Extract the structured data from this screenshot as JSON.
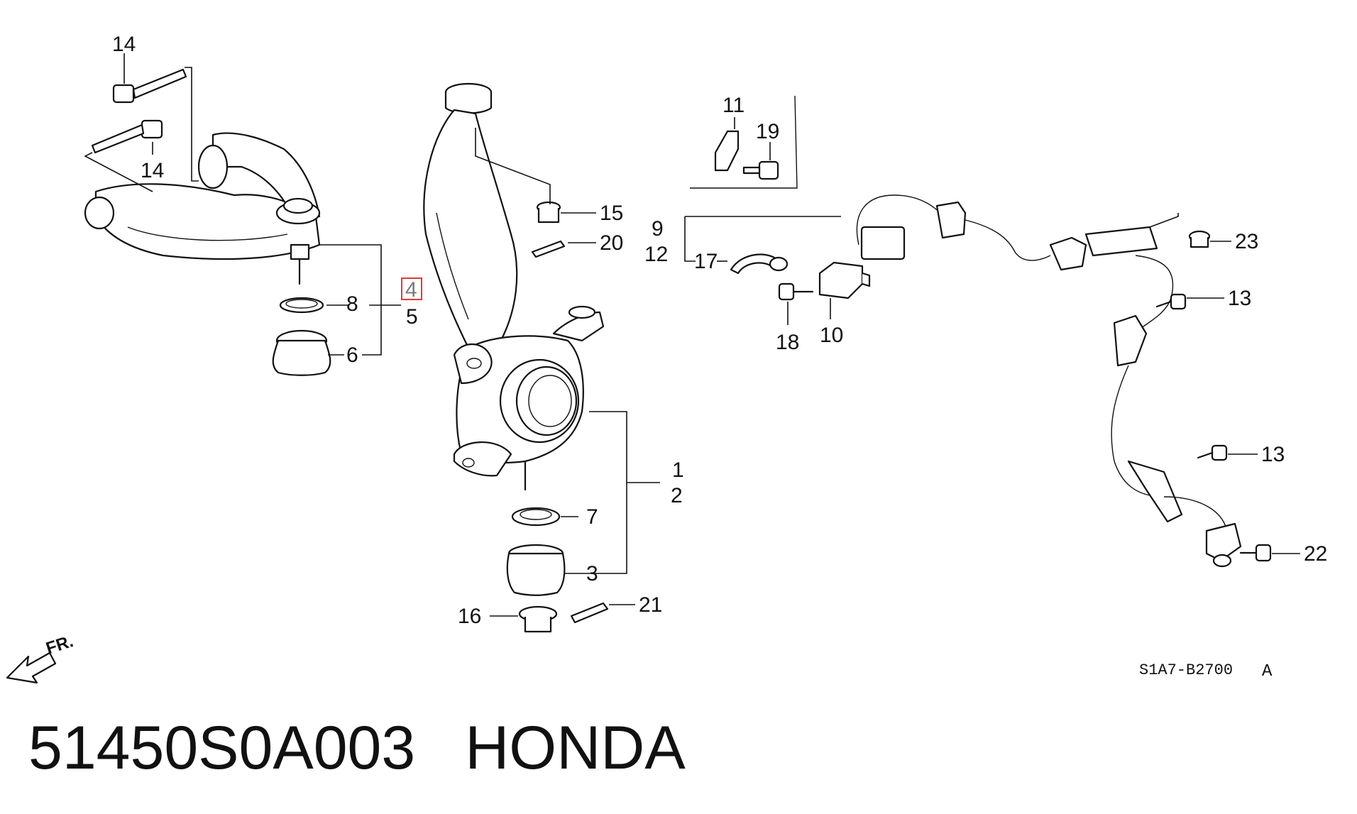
{
  "diagram": {
    "callouts": {
      "c1": "1",
      "c2": "2",
      "c3": "3",
      "c4": "4",
      "c5": "5",
      "c6": "6",
      "c7": "7",
      "c8": "8",
      "c9": "9",
      "c10": "10",
      "c11": "11",
      "c12": "12",
      "c13a": "13",
      "c13b": "13",
      "c14a": "14",
      "c14b": "14",
      "c15": "15",
      "c16": "16",
      "c17": "17",
      "c18": "18",
      "c19": "19",
      "c20": "20",
      "c21": "21",
      "c22": "22",
      "c23": "23"
    },
    "front_label": "FR.",
    "drawing_code": "S1A7-B2700",
    "drawing_rev": "A",
    "highlight_color": "#e53935"
  },
  "caption": {
    "part_number": "51450S0A003",
    "brand": "HONDA"
  }
}
